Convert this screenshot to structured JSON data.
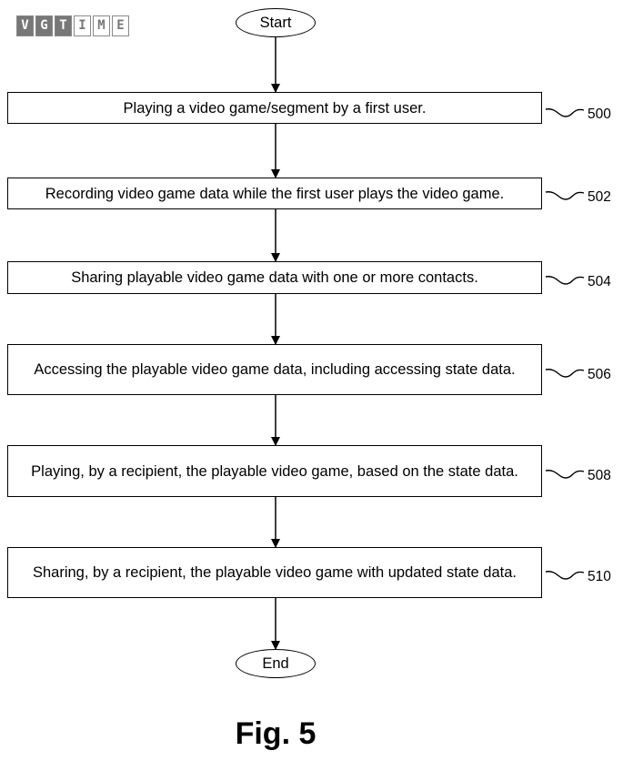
{
  "logo": {
    "text": "VGTIME",
    "letters": [
      "V",
      "G",
      "T",
      "I",
      "M",
      "E"
    ]
  },
  "start_label": "Start",
  "end_label": "End",
  "steps": [
    {
      "ref": "500",
      "text": "Playing a video game/segment by a first user."
    },
    {
      "ref": "502",
      "text": "Recording video game data while the first user plays the video game."
    },
    {
      "ref": "504",
      "text": "Sharing playable video game data with one or more contacts."
    },
    {
      "ref": "506",
      "text": "Accessing the playable video game data, including accessing state data."
    },
    {
      "ref": "508",
      "text": "Playing, by a recipient, the playable video game, based on the state data."
    },
    {
      "ref": "510",
      "text": "Sharing, by a recipient, the playable video game with updated state data."
    }
  ],
  "figure_caption": "Fig. 5"
}
